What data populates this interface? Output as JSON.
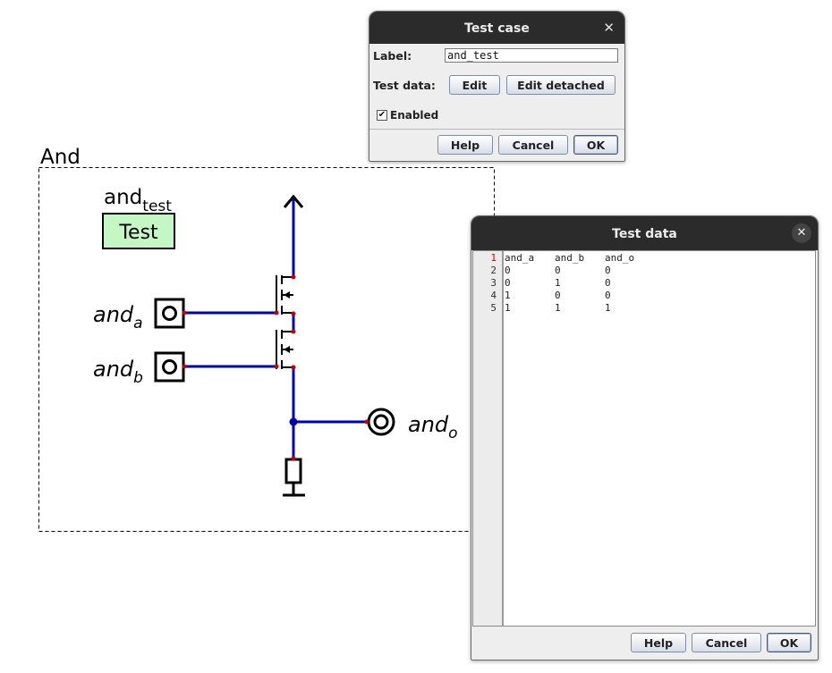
{
  "circuit": {
    "group_label": "And",
    "testcase_name": "and",
    "testcase_sub": "test",
    "testcase_box": "Test",
    "inputs": [
      {
        "name": "and",
        "sub": "a"
      },
      {
        "name": "and",
        "sub": "b"
      }
    ],
    "output": {
      "name": "and",
      "sub": "o"
    }
  },
  "test_case_dialog": {
    "title": "Test case",
    "label_caption": "Label:",
    "label_value": "and_test",
    "test_data_caption": "Test data:",
    "edit_button": "Edit",
    "edit_detached_button": "Edit detached",
    "enabled_label": "Enabled",
    "enabled_checked": true,
    "help_button": "Help",
    "cancel_button": "Cancel",
    "ok_button": "OK"
  },
  "test_data_dialog": {
    "title": "Test data",
    "line_numbers": [
      "1",
      "2",
      "3",
      "4",
      "5"
    ],
    "lines": [
      [
        "and_a",
        "and_b",
        "and_o"
      ],
      [
        "0",
        "0",
        "0"
      ],
      [
        "0",
        "1",
        "0"
      ],
      [
        "1",
        "0",
        "0"
      ],
      [
        "1",
        "1",
        "1"
      ]
    ],
    "help_button": "Help",
    "cancel_button": "Cancel",
    "ok_button": "OK"
  },
  "colors": {
    "wire": "#0000b3",
    "pin": "#c40000",
    "testcase_fill": "#c4f7c4",
    "titlebar": "#2b2b2b"
  }
}
